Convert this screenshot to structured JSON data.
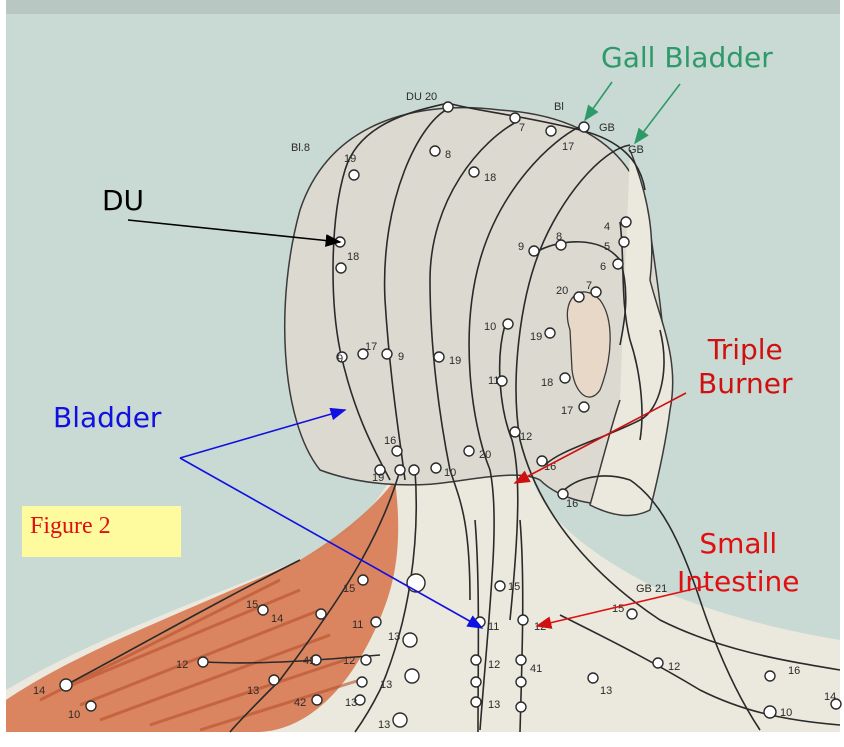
{
  "colors": {
    "background": "#c9d9d3",
    "skin": "#ebe8dd",
    "head_shade": "#dcdad0",
    "muscle": "#d7734a",
    "channel_line": "#2a2a2a",
    "gall_bladder": "#2e9a6a",
    "du": "#000000",
    "triple_burner": "#d01010",
    "bladder": "#1010e0",
    "small_intestine": "#e01010",
    "figure_box": "#fefb9e",
    "figure_text": "#e01010"
  },
  "labels": {
    "gall_bladder": "Gall Bladder",
    "du": "DU",
    "triple_burner": [
      "Triple",
      "Burner"
    ],
    "bladder": "Bladder",
    "small_intestine": [
      "Small",
      "Intestine"
    ],
    "figure": "Figure 2"
  },
  "point_numbers": [
    "DU 20",
    "Bl",
    "GB",
    "GB",
    "Bl.8",
    "19",
    "8",
    "7",
    "17",
    "18",
    "18",
    "4",
    "5",
    "6",
    "7",
    "8",
    "9",
    "20",
    "10",
    "19",
    "11",
    "18",
    "17",
    "17",
    "9",
    "9",
    "19",
    "12",
    "16",
    "10",
    "20",
    "16",
    "16",
    "19",
    "15",
    "15",
    "14",
    "15",
    "11",
    "12",
    "13",
    "41",
    "42",
    "13",
    "14",
    "10",
    "12",
    "13",
    "13",
    "41",
    "11",
    "12",
    "13",
    "12",
    "13",
    "12",
    "13",
    "16",
    "14",
    "10",
    "GB 21",
    "15"
  ]
}
